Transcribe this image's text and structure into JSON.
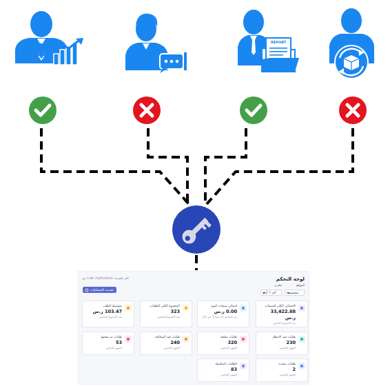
{
  "diagram": {
    "nodes": [
      {
        "text": [
          "لوحة التحكم"
        ]
      },
      {
        "text": [
          "مخصصة"
        ],
        "in": 0
      },
      {
        "text": [
          "آخر 7 أيام"
        ],
        "in": 0
      },
      {
        "text": [
          "تحديث الإحصائيات"
        ],
        "in": 0
      },
      {
        "text": [
          "الإجمالي الكلي للمبيعات",
          "33,422.88 ر.س",
          "منذ الأسبوع الماضي"
        ],
        "in": 0
      },
      {
        "text": [
          "إجمالي مبيعات اليوم",
          "0.00 ر.س",
          "من الساعة 12 صباحاً حتى الآن"
        ],
        "in": 0
      },
      {
        "text": [
          "المجموع الكلي للطلبات",
          "323",
          "منذ الأسبوع الماضي"
        ],
        "in": 0
      },
      {
        "text": [
          "متوسط الطلب",
          "103.47 ر.س",
          "منذ الأسبوع الماضي"
        ],
        "in": 0
      },
      {
        "text": [
          "طلبات قيد الانتظار",
          "230",
          "الشهر الماضي"
        ],
        "in": 0
      },
      {
        "text": [
          "طلبات معلقة",
          "320",
          "الشهر الماضي"
        ],
        "in": 0
      },
      {
        "text": [
          "طلبات قيد المعالجة",
          "240",
          "الشهر الماضي"
        ],
        "in": 0
      },
      {
        "text": [
          "طلبات تم شحنها",
          "53",
          "الشهر الماضي"
        ],
        "in": 0
      },
      {
        "text": [
          "طلبات منجزة",
          "2",
          "الشهر الماضي"
        ],
        "in": 0
      },
      {
        "text": [
          "الطلبات المكتملة",
          "83",
          "الشهر الماضي"
        ],
        "in": 0
      }
    ],
    "labels": [
      "الموقع",
      "مخزن",
      "آخر تحديث: 25/01/2023 1:45 ص",
      "REPORT"
    ]
  }
}
